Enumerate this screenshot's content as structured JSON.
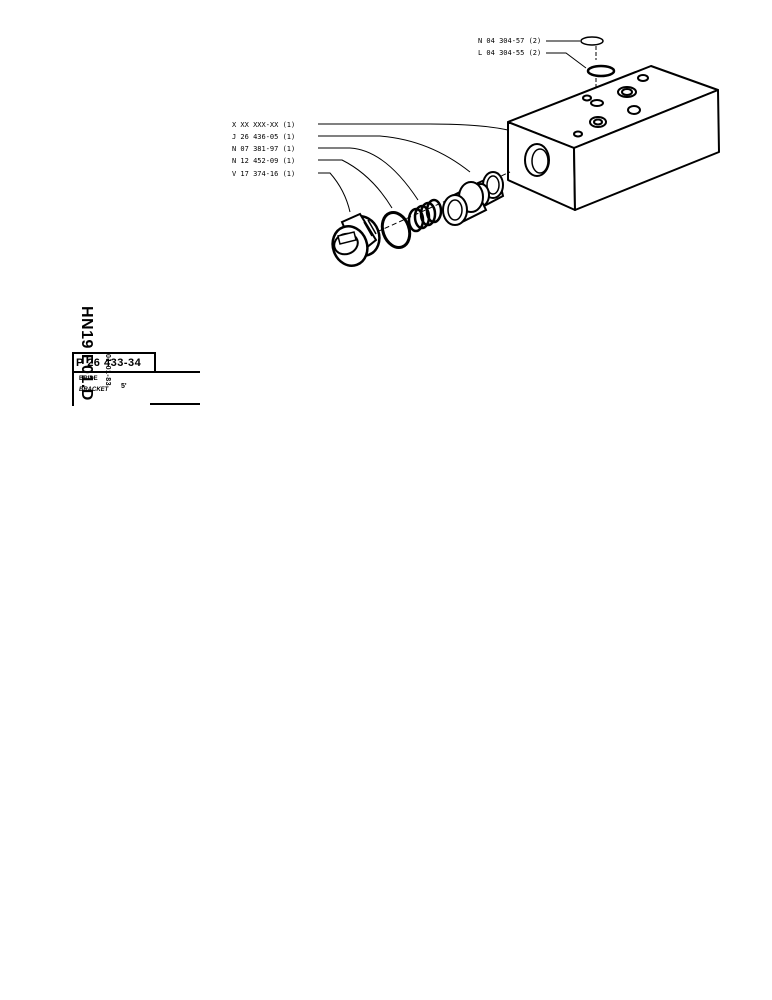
{
  "callouts": [
    {
      "id": "c1",
      "text": "N 04 304-57 (2)"
    },
    {
      "id": "c2",
      "text": "L 04 304-55 (2)"
    },
    {
      "id": "c3",
      "text": "X XX XXX-XX (1)"
    },
    {
      "id": "c4",
      "text": "J 26 436-05 (1)"
    },
    {
      "id": "c5",
      "text": "N 07 381-97 (1)"
    },
    {
      "id": "c6",
      "text": "N 12 452-09 (1)"
    },
    {
      "id": "c7",
      "text": "V 17 374-16 (1)"
    }
  ],
  "title_block": {
    "sheet_code": "HN19 E01.D",
    "date_code": "01-01-83",
    "part_ref": "P 26 433-34",
    "name_fr": "BRIDE",
    "name_en": "BRACKET",
    "sheet_num": "5'"
  }
}
